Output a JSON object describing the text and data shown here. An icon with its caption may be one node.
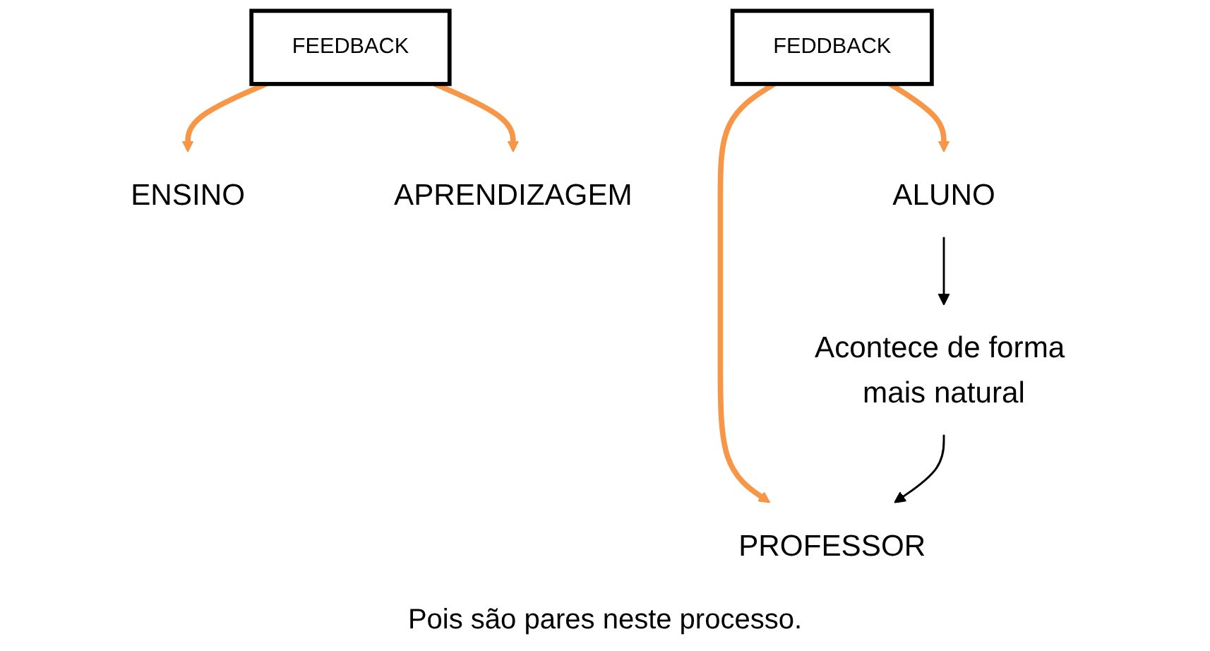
{
  "diagram": {
    "nodes": [
      {
        "text": [
          "ENSINO"
        ]
      },
      {
        "text": [
          "FEEDBACK"
        ]
      },
      {
        "text": [
          "APRENDIZAGEM"
        ]
      },
      {
        "text": [
          "ALUNO"
        ]
      },
      {
        "text": [
          "FEDDBACK"
        ]
      },
      {
        "text": [
          "PROFESSOR"
        ]
      },
      {
        "text": [
          "Acontece de forma mais natural"
        ]
      }
    ],
    "edges": [
      {
        "from": 1,
        "to": 0,
        "arrow": "to"
      },
      {
        "from": 1,
        "to": 2,
        "arrow": "to"
      },
      {
        "from": 4,
        "to": 3,
        "arrow": "to"
      },
      {
        "from": 4,
        "to": 5,
        "arrow": "to"
      },
      {
        "from": 3,
        "to": 6,
        "arrow": "to",
        "color": "#000000"
      },
      {
        "from": 6,
        "to": 5,
        "arrow": "to",
        "color": "#000000"
      }
    ],
    "labels": [
      "Pois são pares neste processo."
    ]
  }
}
